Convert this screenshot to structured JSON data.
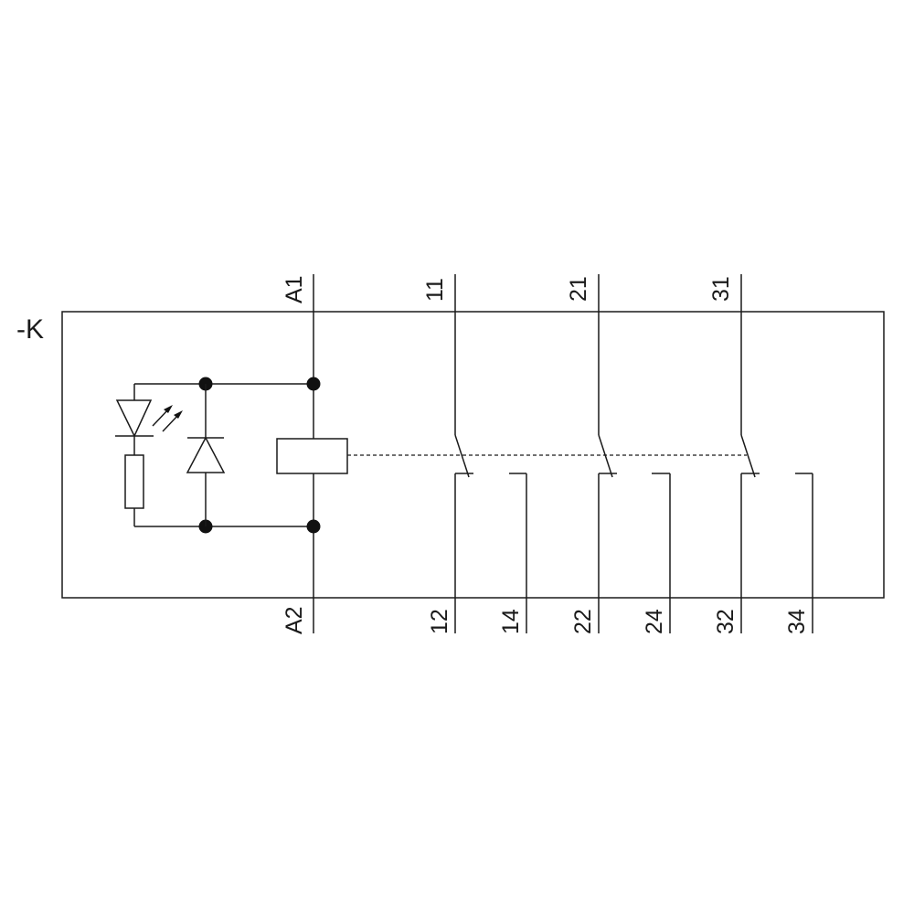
{
  "designation": "-K",
  "coil_terminals": {
    "top": "A1",
    "bottom": "A2"
  },
  "contacts": [
    {
      "common": "11",
      "nc": "12",
      "no": "14"
    },
    {
      "common": "21",
      "nc": "22",
      "no": "24"
    },
    {
      "common": "31",
      "nc": "32",
      "no": "34"
    }
  ],
  "colors": {
    "line": "#1a1a1a",
    "background": "#ffffff"
  }
}
